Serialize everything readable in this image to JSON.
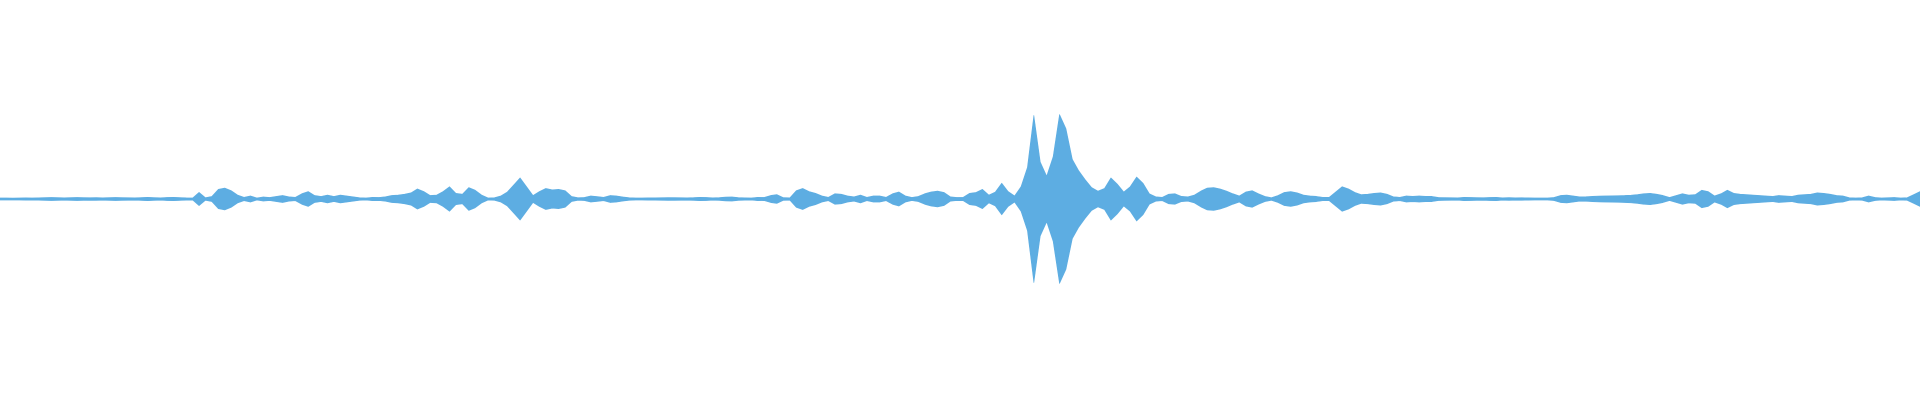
{
  "waveform": {
    "color": "#5dade2",
    "normalized_amplitude_envelope": [
      0.012,
      0.012,
      0.011,
      0.012,
      0.013,
      0.012,
      0.014,
      0.016,
      0.018,
      0.016,
      0.014,
      0.016,
      0.018,
      0.016,
      0.015,
      0.016,
      0.014,
      0.016,
      0.018,
      0.016,
      0.015,
      0.013,
      0.017,
      0.02,
      0.016,
      0.013,
      0.018,
      0.02,
      0.017,
      0.013,
      0.012,
      0.075,
      0.015,
      0.03,
      0.11,
      0.125,
      0.095,
      0.045,
      0.02,
      0.035,
      0.012,
      0.024,
      0.018,
      0.03,
      0.04,
      0.025,
      0.02,
      0.06,
      0.085,
      0.04,
      0.03,
      0.045,
      0.03,
      0.045,
      0.035,
      0.025,
      0.015,
      0.012,
      0.02,
      0.018,
      0.025,
      0.04,
      0.045,
      0.055,
      0.07,
      0.115,
      0.085,
      0.04,
      0.045,
      0.085,
      0.14,
      0.065,
      0.055,
      0.13,
      0.1,
      0.045,
      0.012,
      0.015,
      0.035,
      0.08,
      0.16,
      0.24,
      0.14,
      0.04,
      0.085,
      0.12,
      0.105,
      0.11,
      0.095,
      0.03,
      0.015,
      0.018,
      0.035,
      0.028,
      0.02,
      0.04,
      0.035,
      0.024,
      0.015,
      0.012,
      0.012,
      0.014,
      0.013,
      0.015,
      0.017,
      0.016,
      0.015,
      0.014,
      0.016,
      0.02,
      0.018,
      0.014,
      0.016,
      0.022,
      0.024,
      0.016,
      0.014,
      0.012,
      0.02,
      0.018,
      0.04,
      0.05,
      0.016,
      0.014,
      0.095,
      0.12,
      0.085,
      0.065,
      0.035,
      0.02,
      0.06,
      0.055,
      0.035,
      0.025,
      0.045,
      0.02,
      0.035,
      0.035,
      0.02,
      0.06,
      0.08,
      0.035,
      0.018,
      0.03,
      0.06,
      0.08,
      0.09,
      0.075,
      0.025,
      0.018,
      0.02,
      0.065,
      0.075,
      0.11,
      0.045,
      0.08,
      0.18,
      0.085,
      0.035,
      0.14,
      0.36,
      0.95,
      0.42,
      0.26,
      0.48,
      0.96,
      0.8,
      0.45,
      0.32,
      0.22,
      0.13,
      0.09,
      0.12,
      0.24,
      0.17,
      0.08,
      0.14,
      0.25,
      0.18,
      0.06,
      0.025,
      0.02,
      0.055,
      0.06,
      0.03,
      0.025,
      0.045,
      0.09,
      0.125,
      0.13,
      0.115,
      0.09,
      0.06,
      0.035,
      0.08,
      0.095,
      0.06,
      0.03,
      0.015,
      0.04,
      0.075,
      0.085,
      0.07,
      0.045,
      0.035,
      0.03,
      0.02,
      0.02,
      0.08,
      0.14,
      0.115,
      0.075,
      0.05,
      0.055,
      0.065,
      0.07,
      0.055,
      0.025,
      0.02,
      0.035,
      0.03,
      0.035,
      0.03,
      0.03,
      0.018,
      0.016,
      0.015,
      0.014,
      0.02,
      0.018,
      0.016,
      0.015,
      0.018,
      0.02,
      0.014,
      0.016,
      0.014,
      0.015,
      0.013,
      0.012,
      0.012,
      0.012,
      0.018,
      0.04,
      0.045,
      0.035,
      0.025,
      0.026,
      0.03,
      0.034,
      0.035,
      0.036,
      0.038,
      0.04,
      0.044,
      0.05,
      0.06,
      0.065,
      0.055,
      0.04,
      0.018,
      0.04,
      0.06,
      0.045,
      0.05,
      0.1,
      0.085,
      0.035,
      0.06,
      0.1,
      0.065,
      0.055,
      0.05,
      0.045,
      0.04,
      0.035,
      0.03,
      0.04,
      0.035,
      0.03,
      0.045,
      0.05,
      0.055,
      0.07,
      0.065,
      0.055,
      0.04,
      0.035,
      0.015,
      0.012,
      0.015,
      0.035,
      0.018,
      0.012,
      0.015,
      0.018,
      0.012,
      0.015,
      0.05,
      0.085
    ]
  }
}
